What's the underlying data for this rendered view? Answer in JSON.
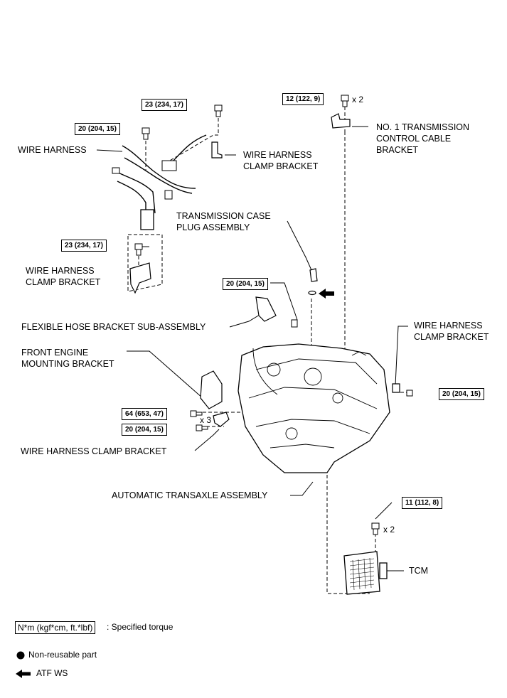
{
  "labels": {
    "wire_harness": "WIRE HARNESS",
    "wire_harness_clamp_bracket_top": "WIRE HARNESS CLAMP BRACKET",
    "wire_harness_clamp_bracket_left": "WIRE HARNESS CLAMP BRACKET",
    "no1_transmission_control_cable_bracket": "NO. 1 TRANSMISSION CONTROL CABLE BRACKET",
    "transmission_case_plug_assembly": "TRANSMISSION CASE PLUG ASSEMBLY",
    "flexible_hose_bracket": "FLEXIBLE HOSE BRACKET SUB-ASSEMBLY",
    "front_engine_mounting_bracket": "FRONT ENGINE MOUNTING BRACKET",
    "wire_harness_clamp_bracket_right": "WIRE HARNESS CLAMP BRACKET",
    "wire_harness_clamp_bracket_bottom": "WIRE HARNESS CLAMP BRACKET",
    "automatic_transaxle_assembly": "AUTOMATIC TRANSAXLE ASSEMBLY",
    "tcm": "TCM"
  },
  "torques": {
    "t1": "12 (122, 9)",
    "t2": "23 (234, 17)",
    "t3": "20 (204, 15)",
    "t4": "23 (234, 17)",
    "t5": "20 (204, 15)",
    "t6": "20 (204, 15)",
    "t7": "64 (653, 47)",
    "t8": "20 (204, 15)",
    "t9": "11 (112, 8)"
  },
  "quantities": {
    "q1": "x 2",
    "q2": "x 3",
    "q3": "x 2"
  },
  "legend": {
    "torque_unit": "N*m (kgf*cm, ft.*lbf)",
    "torque_desc": ": Specified torque",
    "non_reusable": "Non-reusable part",
    "atf": "ATF WS"
  }
}
